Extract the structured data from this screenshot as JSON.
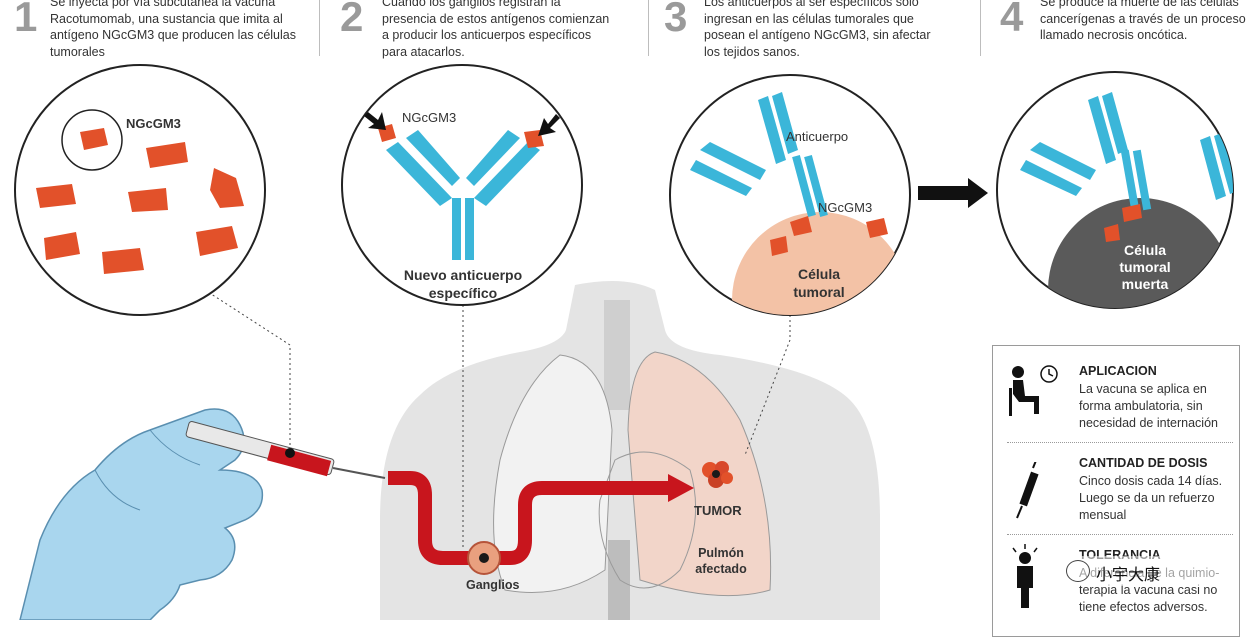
{
  "steps": [
    {
      "number": "1",
      "text": "Se inyecta por vía subcutánea la vacuna Racotumomab, una sustancia que imita al antígeno NGcGM3 que producen las células tumorales"
    },
    {
      "number": "2",
      "text": "Cuando los ganglios registran la presencia de estos antígenos comienzan a producir los anticuerpos específicos para atacarlos."
    },
    {
      "number": "3",
      "text": "Los anticuerpos al ser específicos sólo ingresan en las células tumorales que posean el antígeno NGcGM3, sin afectar los tejidos sanos."
    },
    {
      "number": "4",
      "text": "Se produce la muerte de las células cancerígenas a través de un proceso llamado necrosis oncótica."
    }
  ],
  "labels": {
    "antigen_1": "NGcGM3",
    "antigen_2": "NGcGM3",
    "antibody_new": "Nuevo anticuerpo específico",
    "antibody_3": "Anticuerpo",
    "antigen_3": "NGcGM3",
    "tumor_cell": "Célula tumoral",
    "dead_cell": "Célula tumoral muerta",
    "tumor": "TUMOR",
    "lung": "Pulmón afectado",
    "ganglia": "Ganglios"
  },
  "info": [
    {
      "icon": "seated-patient-clock-icon",
      "title": "APLICACION",
      "text": "La vacuna se aplica en forma ambulatoria, sin necesidad de internación"
    },
    {
      "icon": "syringe-icon",
      "title": "CANTIDAD DE DOSIS",
      "text": "Cinco dosis cada 14 días. Luego se da un refuerzo mensual"
    },
    {
      "icon": "standing-person-icon",
      "title": "TOLERANCIA",
      "text": "A diferencia de la quimio-terapia la vacuna casi no tiene efectos adversos."
    }
  ],
  "watermark": "小宇大康",
  "colors": {
    "antigen": "#e2512a",
    "antibody": "#3bb6d9",
    "arrow": "#c8151d",
    "tumor_cell": "#f3c2a6",
    "dead_cell": "#5a5a5a",
    "glove": "#a9d6ee",
    "lung": "#f2d5c9"
  }
}
